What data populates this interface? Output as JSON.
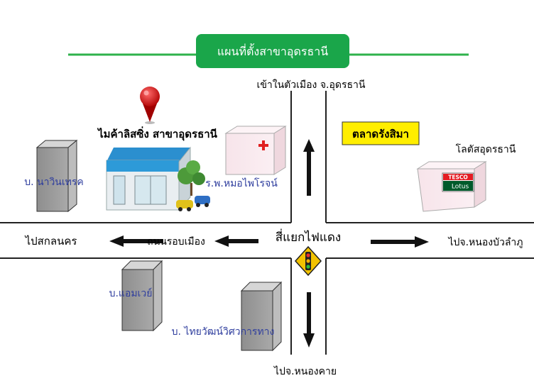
{
  "title": "แผนที่ตั้งสาขาอุดรธานี",
  "colors": {
    "title_bg": "#1aa64a",
    "title_line": "#2fb24c",
    "road": "#222222",
    "blue_text": "#2f3e9e",
    "market_bg": "#ffee00",
    "pin": "#d81e1e"
  },
  "labels": {
    "to_city": "เข้าในตัวเมือง  จ.อุดรธานี",
    "shop": "ไมค้าลิสซิ่ง  สาขาอุดรธานี",
    "hospital": "ร.พ.หมอไพโรจน์",
    "market": "ตลาดรังสิมา",
    "lotus": "โลตัสอุดรธานี",
    "co_navin": "บ.  นาวินเทรค",
    "to_sakon": "ไปสกลนคร",
    "ring_road": "ถนนรอบเมือง",
    "intersection": "สี่แยกไฟแดง",
    "to_nongbua": "ไปจ.หนองบัวลำภู",
    "co_amway": "บ.แอมเวย์",
    "co_thai_watana": "บ. ไทยวัฒน์วิศวการทาง",
    "to_nongkhai": "ไปจ.หนองคาย"
  },
  "icons": {
    "pin": "map-pin-icon",
    "traffic_light": "traffic-light-icon",
    "hospital_cross": "red-cross-icon"
  },
  "lotus_sign": {
    "brand1": "TESCO",
    "brand2": "Lotus"
  }
}
